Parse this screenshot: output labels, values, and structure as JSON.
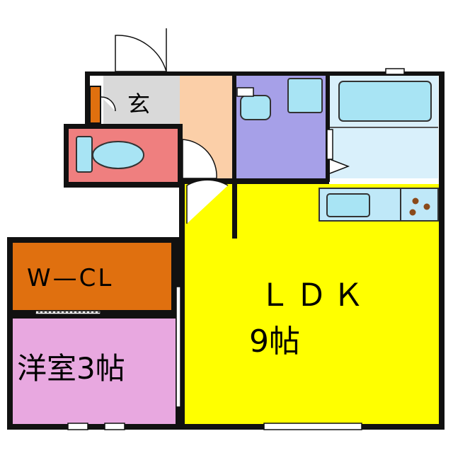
{
  "rooms": {
    "entrance": {
      "label": "玄",
      "color": "#d9d9d9"
    },
    "hallway": {
      "label": "",
      "color": "#fbcfa8"
    },
    "toilet": {
      "label": "",
      "color": "#ef7f7f"
    },
    "washroom": {
      "label": "",
      "color": "#a6a0e8"
    },
    "bathroom": {
      "label": "",
      "color": "#d9f0fb"
    },
    "ldk": {
      "label": "ＬＤＫ",
      "size": "9帖",
      "color": "#ffff00"
    },
    "walk_in_closet": {
      "label": "W—CL",
      "color": "#e0700f"
    },
    "western_room": {
      "label": "洋室3帖",
      "color": "#e8a8e0"
    }
  },
  "fixtures": {
    "fixture_color": "#a8e4f4",
    "kitchen_counter_color": "#bfe8f8",
    "stove_burner_color": "#8b4a1a"
  },
  "wall_color": "#111111"
}
